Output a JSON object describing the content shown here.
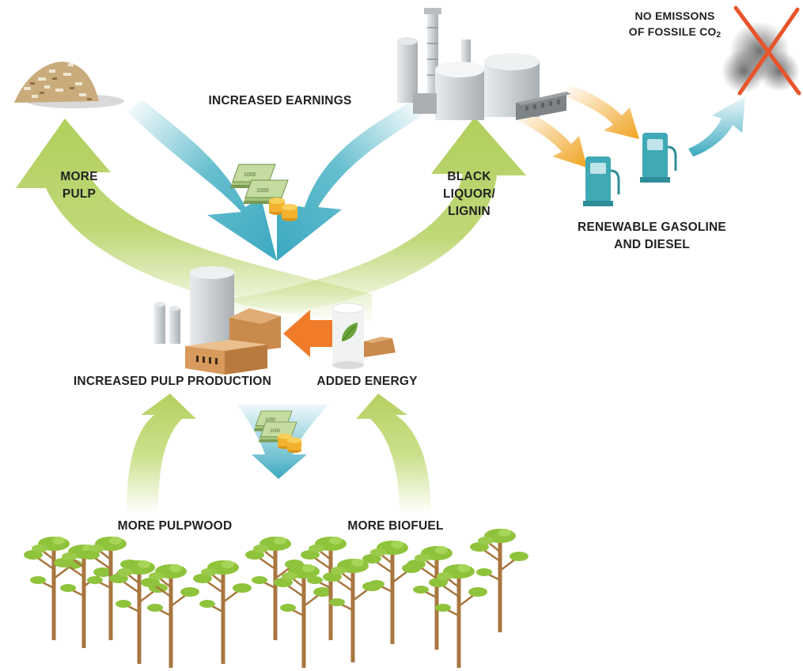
{
  "labels": {
    "increased_earnings": "INCREASED EARNINGS",
    "more_pulp_line1": "MORE",
    "more_pulp_line2": "PULP",
    "black_liquor_line1": "BLACK",
    "black_liquor_line2": "LIQUOR/",
    "black_liquor_line3": "LIGNIN",
    "no_emissions_line1": "NO EMISSONS",
    "no_emissions_line2": "OF FOSSILE CO",
    "no_emissions_subscript": "2",
    "renewable_line1": "RENEWABLE GASOLINE",
    "renewable_line2": "AND DIESEL",
    "increased_pulp_production": "INCREASED PULP PRODUCTION",
    "added_energy": "ADDED ENERGY",
    "more_pulpwood": "MORE PULPWOOD",
    "more_biofuel": "MORE BIOFUEL",
    "banknote_value": "1000"
  },
  "colors": {
    "green_arrow": "#b9d46a",
    "teal_arrow": "#4bb3c6",
    "orange_arrow": "#f0a21f",
    "red_arrow": "#f07c2a",
    "cross": "#e8542a",
    "smoke": "#6f6f6f",
    "tank_grey": "#c9ced1",
    "building_tan": "#d79a5c",
    "pump_teal": "#3fa9b5",
    "tree_green": "#8fc33c",
    "trunk": "#a8763f"
  },
  "icons": [
    "wood-chips-icon",
    "refinery-icon",
    "smoke-cloud-icon",
    "cross-icon",
    "fuel-pump-icon",
    "pulp-mill-icon",
    "power-plant-icon",
    "leaf-icon",
    "money-stack-icon",
    "coin-stack-icon",
    "tree-icon"
  ]
}
